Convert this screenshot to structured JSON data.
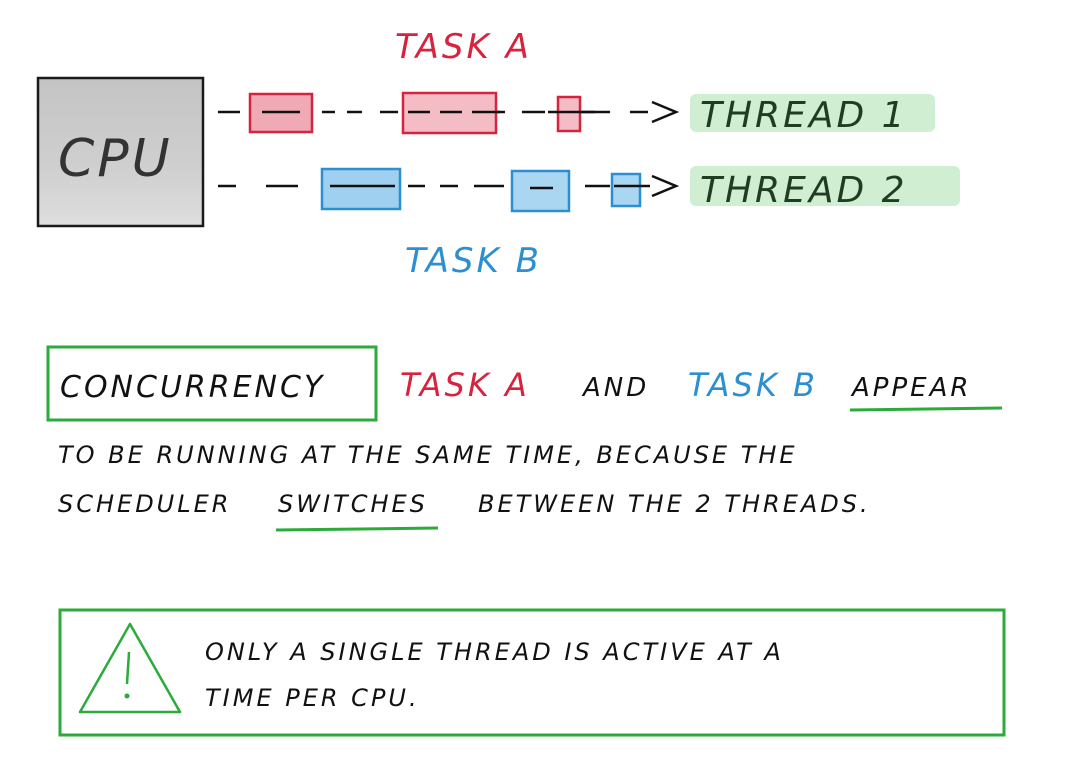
{
  "diagram": {
    "cpu_label": "CPU",
    "task_a_label": "TASK A",
    "task_b_label": "TASK B",
    "thread1_label": "THREAD 1",
    "thread2_label": "THREAD 2"
  },
  "note": {
    "concurrency_term": "CONCURRENCY",
    "task_a": "TASK A",
    "and_word": "AND",
    "task_b": "TASK B",
    "appear": "APPEAR",
    "line2": "TO BE RUNNING AT THE SAME TIME, BECAUSE THE",
    "line3_part1": "SCHEDULER",
    "line3_switches": "SWITCHES",
    "line3_part2": "BETWEEN THE 2 THREADS."
  },
  "warning": {
    "icon": "warning-triangle-icon",
    "line1": "ONLY A SINGLE THREAD IS ACTIVE AT A",
    "line2": "TIME PER CPU."
  },
  "colors": {
    "task_a": "#d8233f",
    "task_b": "#2c8fd1",
    "highlight_green": "#2bab3a",
    "thread_highlight": "#cfeed2",
    "ink": "#111111"
  }
}
